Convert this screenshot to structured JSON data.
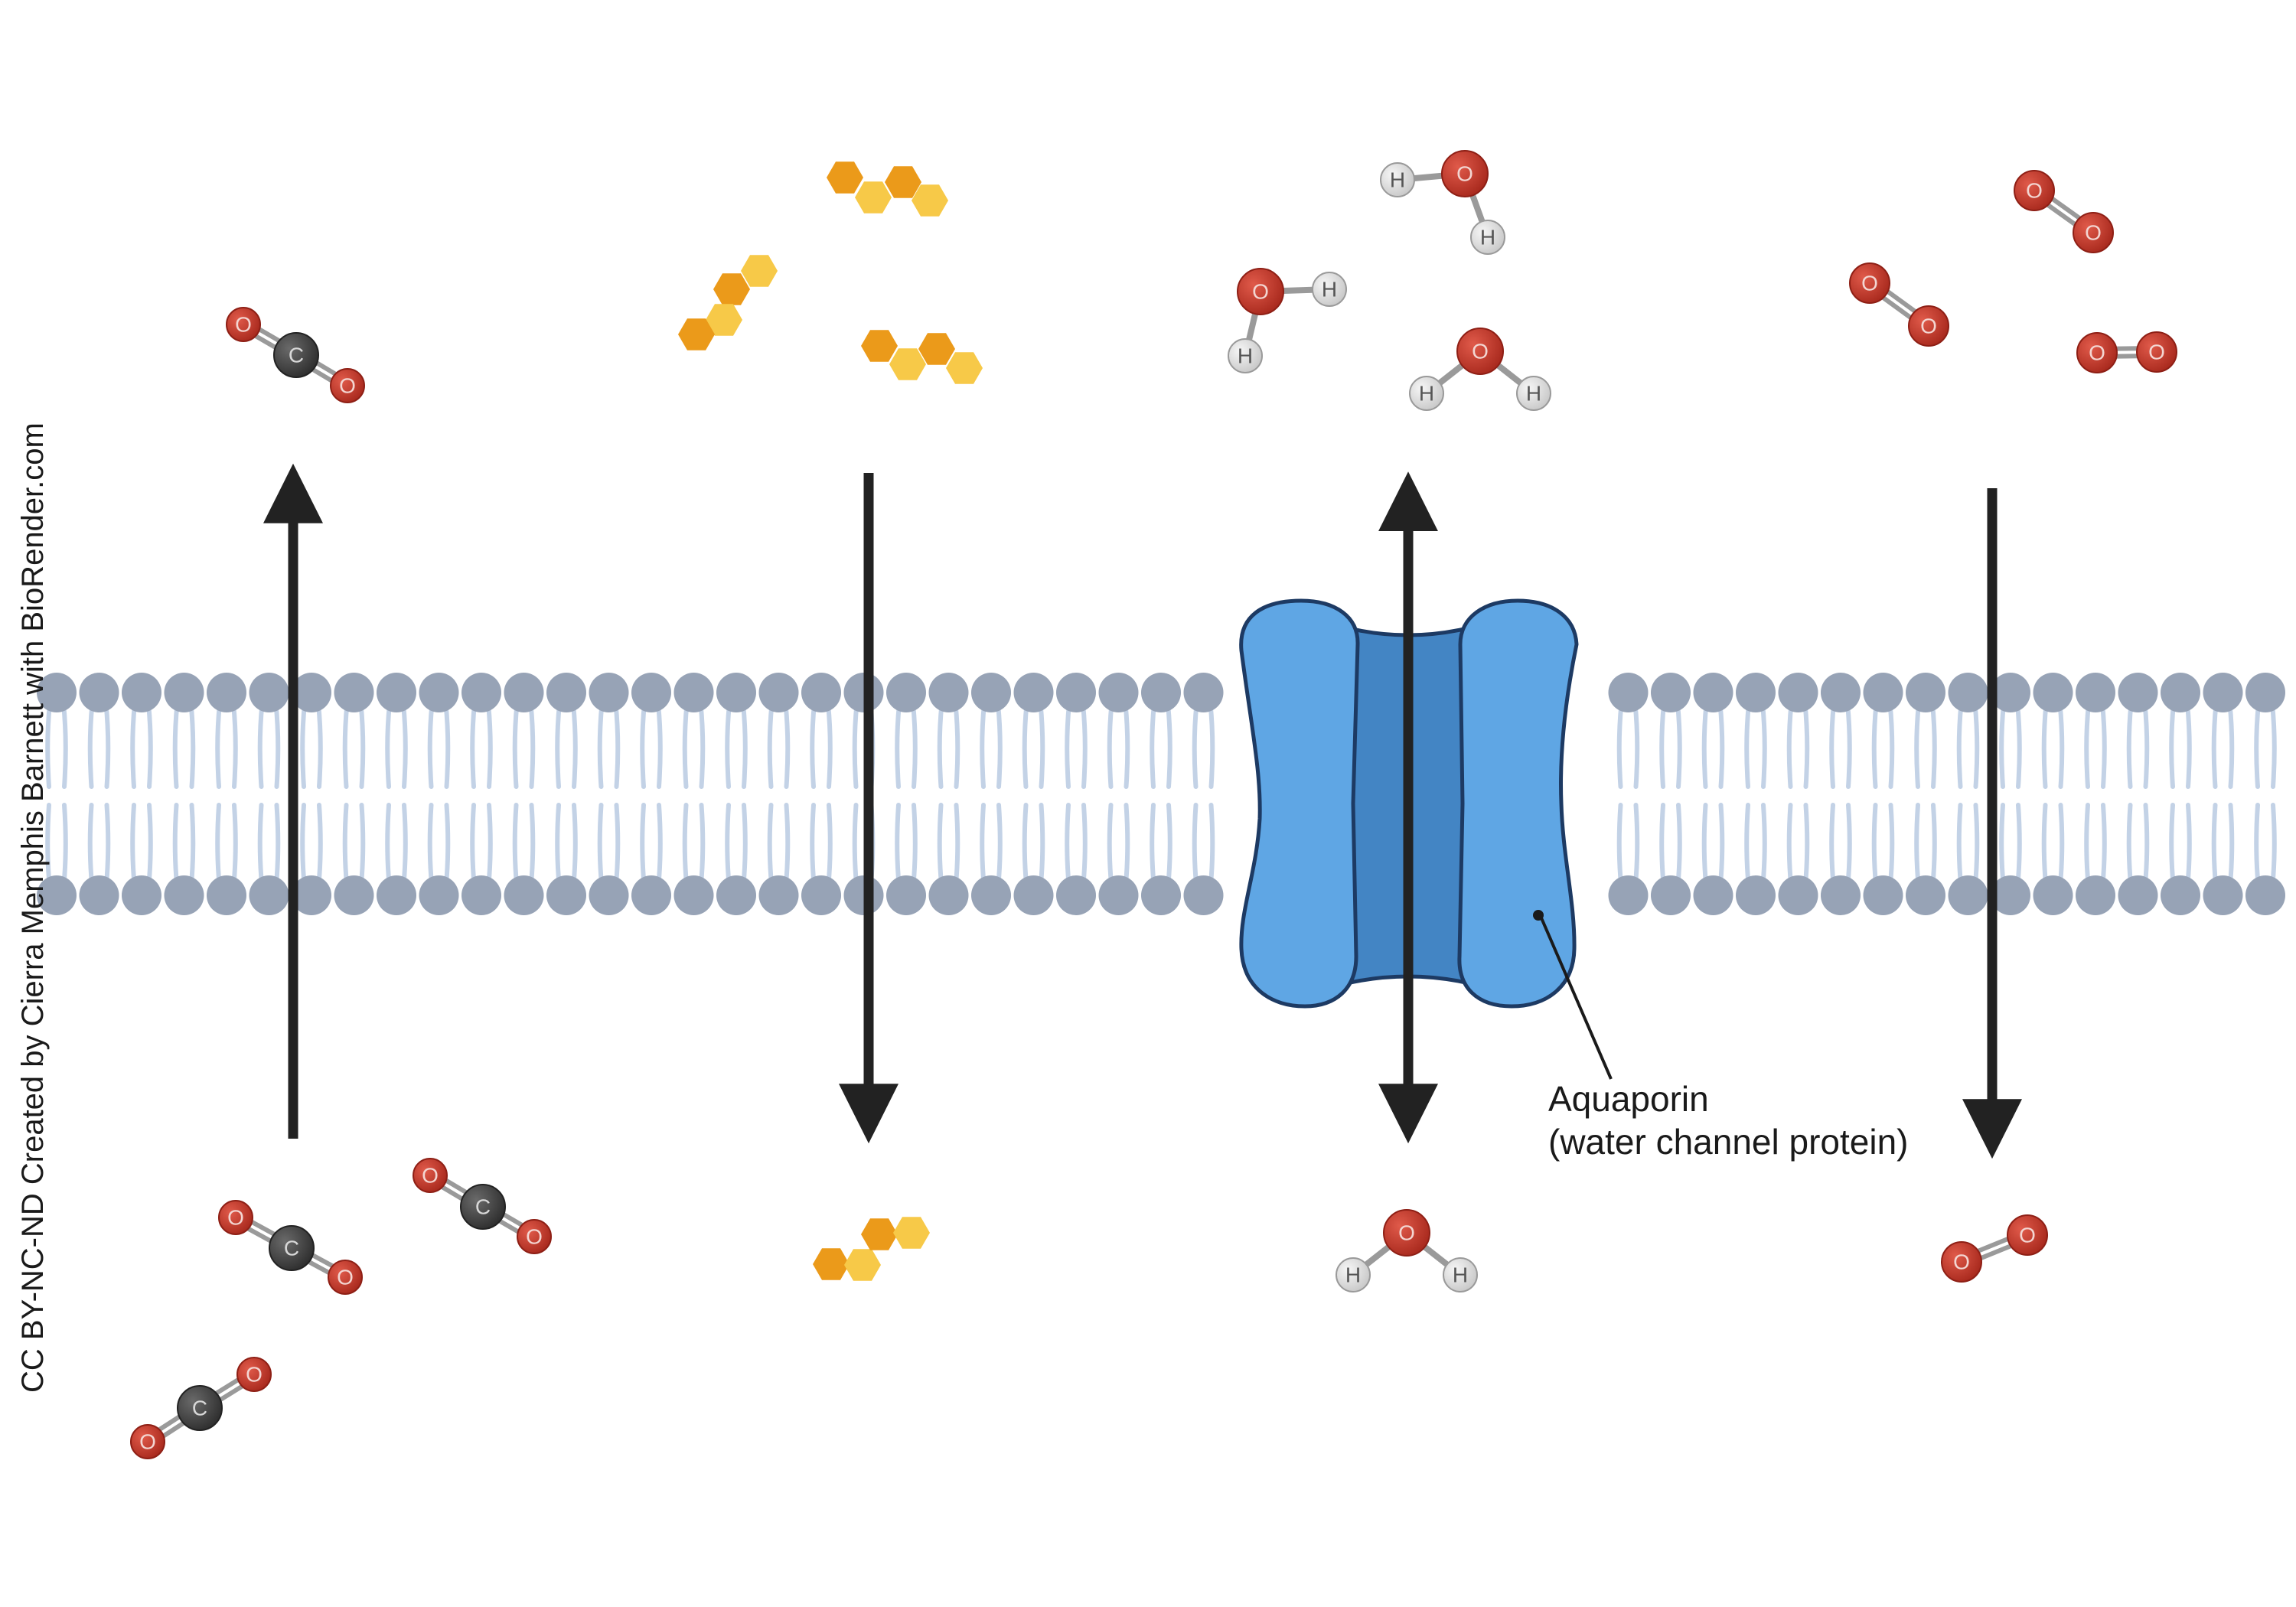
{
  "credit": "CC BY-NC-ND Created by Cierra Memphis Barnett with BioRender.com",
  "protein_label": {
    "line1": "Aquaporin",
    "line2": "(water channel protein)"
  },
  "atoms": {
    "oxygen": "O",
    "carbon": "C",
    "hydrogen": "H"
  },
  "colors": {
    "head": "#97a3b6",
    "tail": "#c3d2e6",
    "protein_light": "#5fa6e4",
    "protein_dark": "#4385c4",
    "protein_outline": "#1d3a63",
    "oxygen": "#c0392b",
    "carbon": "#4a4a4a",
    "hydrogen": "#e0e0e0",
    "sugar_dark": "#eb9a1a",
    "sugar_light": "#f7c948",
    "arrow": "#222222"
  },
  "arrows": [
    {
      "name": "co2-diffusion-arrow",
      "direction": "up"
    },
    {
      "name": "glucose-diffusion-arrow",
      "direction": "down"
    },
    {
      "name": "water-channel-arrow",
      "direction": "both"
    },
    {
      "name": "oxygen-diffusion-arrow",
      "direction": "down"
    }
  ]
}
